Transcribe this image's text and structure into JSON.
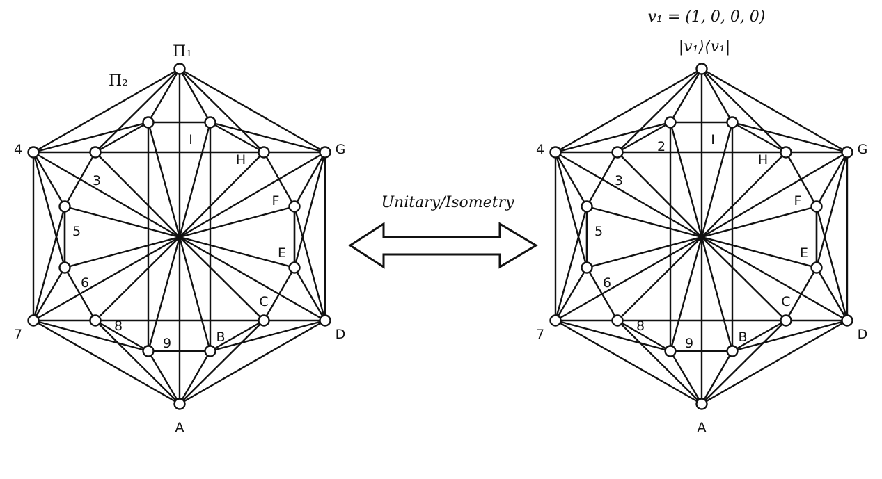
{
  "left_graph": {
    "labels": {
      "4": "4",
      "G": "G",
      "7": "7",
      "D": "D",
      "A": "A",
      "3": "3",
      "H": "H",
      "I": "I",
      "5": "5",
      "F": "F",
      "6": "6",
      "E": "E",
      "8": "8",
      "C": "C",
      "9": "9",
      "B": "B"
    },
    "pi1": "Π₁",
    "pi2": "Π₂"
  },
  "right_graph": {
    "labels": {
      "4": "4",
      "G": "G",
      "7": "7",
      "D": "D",
      "A": "A",
      "3": "3",
      "H": "H",
      "I": "I",
      "2": "2",
      "5": "5",
      "F": "F",
      "6": "6",
      "E": "E",
      "8": "8",
      "C": "C",
      "9": "9",
      "B": "B"
    },
    "vector": "v₁ = (1, 0, 0, 0)",
    "projector": "|v₁⟩⟨v₁|"
  },
  "arrow_label": "Unitary/Isometry"
}
